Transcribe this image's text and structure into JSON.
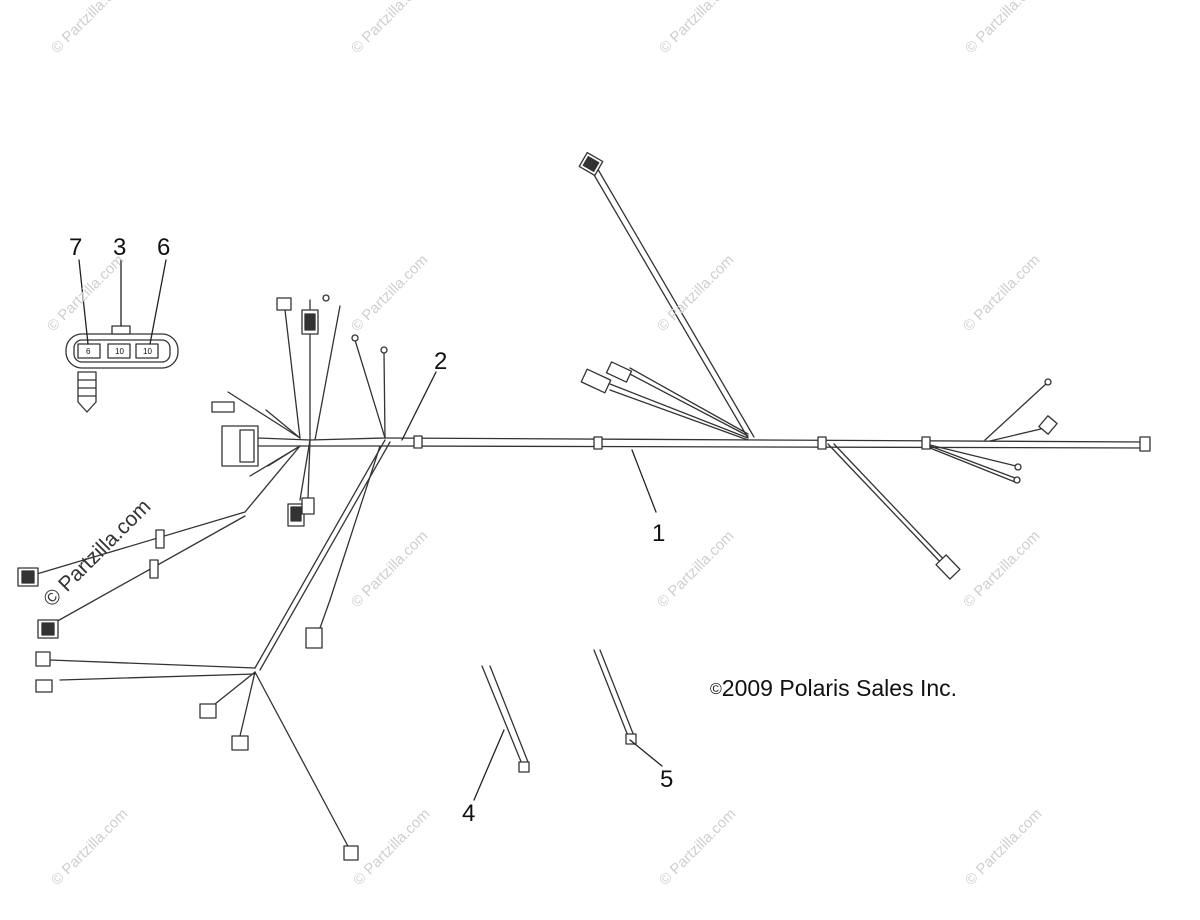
{
  "diagram": {
    "callouts": {
      "c1": "1",
      "c2": "2",
      "c3": "3",
      "c4": "4",
      "c5": "5",
      "c6": "6",
      "c7": "7"
    },
    "connector_pins": [
      "6",
      "10",
      "10"
    ],
    "copyright_text": "2009 Polaris Sales Inc.",
    "copyright_symbol": "©",
    "watermark_text": "© Partzilla.com",
    "colors": {
      "line": "#333333",
      "watermark": "#c9c9c9"
    }
  }
}
